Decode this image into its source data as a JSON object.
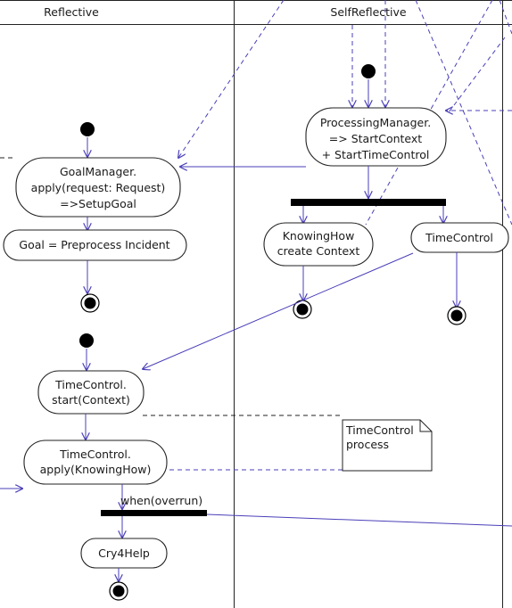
{
  "swimlanes": {
    "left": "Reflective",
    "right": "SelfReflective"
  },
  "actions": {
    "goal_manager": [
      "GoalManager.",
      "apply(request: Request)",
      "=>SetupGoal"
    ],
    "preprocess": [
      "Goal = Preprocess Incident"
    ],
    "processing_manager": [
      "ProcessingManager.",
      "=> StartContext",
      "+ StartTimeControl"
    ],
    "knowing_how": [
      "KnowingHow",
      "create Context"
    ],
    "time_control": [
      "TimeControl"
    ],
    "tc_start": [
      "TimeControl.",
      "start(Context)"
    ],
    "tc_apply": [
      "TimeControl.",
      "apply(KnowingHow)"
    ],
    "cry4help": [
      "Cry4Help"
    ]
  },
  "guards": {
    "overrun": "when(overrun)"
  },
  "notes": {
    "tc_process": [
      "TimeControl",
      "process"
    ]
  }
}
